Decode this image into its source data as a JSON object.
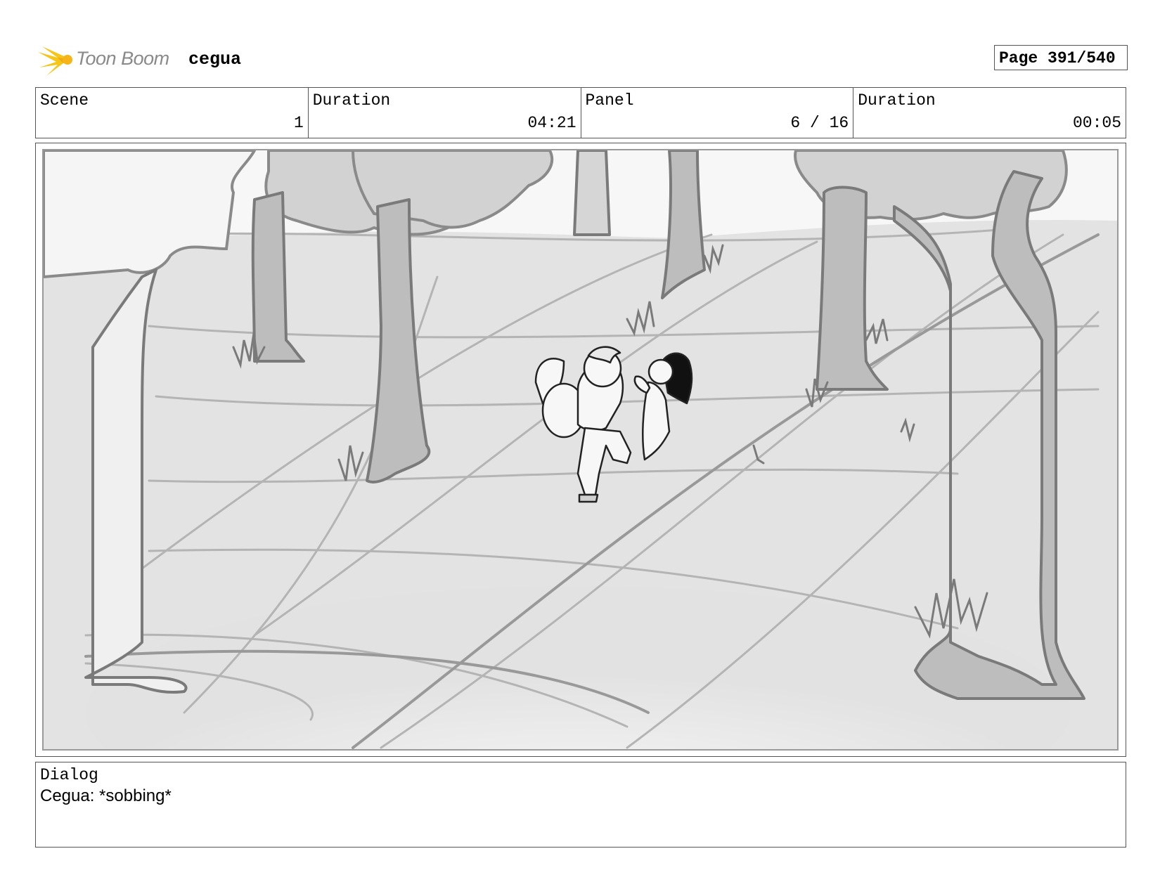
{
  "header": {
    "logo_text": "Toon Boom",
    "project_title": "cegua",
    "page_label": "Page 391/540"
  },
  "info": {
    "scene_label": "Scene",
    "scene_value": "1",
    "scene_duration_label": "Duration",
    "scene_duration_value": "04:21",
    "panel_label": "Panel",
    "panel_value": "6 / 16",
    "panel_duration_label": "Duration",
    "panel_duration_value": "00:05"
  },
  "dialog": {
    "label": "Dialog",
    "text": "Cegua: *sobbing*"
  },
  "colors": {
    "logo_accent": "#f5c518",
    "frame_border": "#555555",
    "sketch_fill": "#e4e4e4"
  }
}
